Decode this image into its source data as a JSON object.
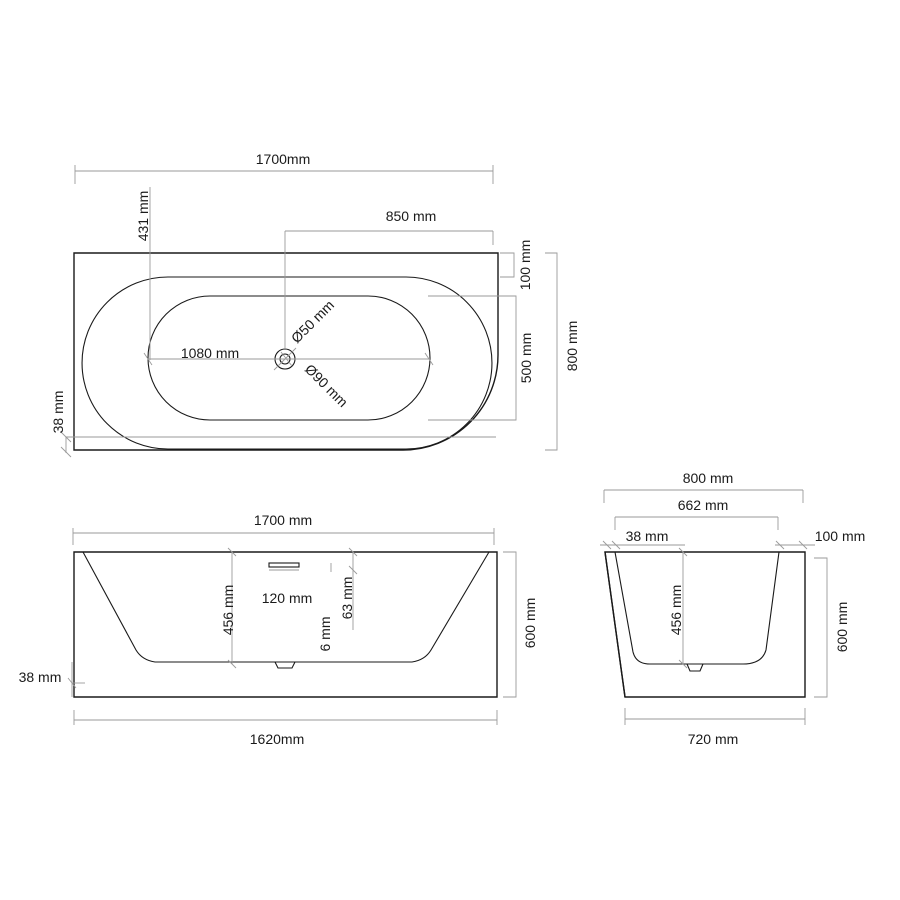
{
  "top_view": {
    "length_top": "1700mm",
    "offset_431": "431 mm",
    "offset_850": "850 mm",
    "rim_100": "100 mm",
    "width_800": "800 mm",
    "inner_500": "500 mm",
    "inner_1080": "1080 mm",
    "drain_50": "Ø50 mm",
    "drain_90": "Ø90 mm",
    "wall_38": "38 mm"
  },
  "side_view": {
    "length_top": "1700 mm",
    "depth_456": "456 mm",
    "overflow_120": "120 mm",
    "overflow_6": "6 mm",
    "overflow_63": "63 mm",
    "height_600": "600 mm",
    "wall_38": "38 mm",
    "length_base": "1620mm"
  },
  "end_view": {
    "width_800": "800 mm",
    "inner_662": "662 mm",
    "wall_38": "38 mm",
    "wall_100": "100 mm",
    "depth_456": "456 mm",
    "height_600": "600 mm",
    "base_720": "720 mm"
  }
}
